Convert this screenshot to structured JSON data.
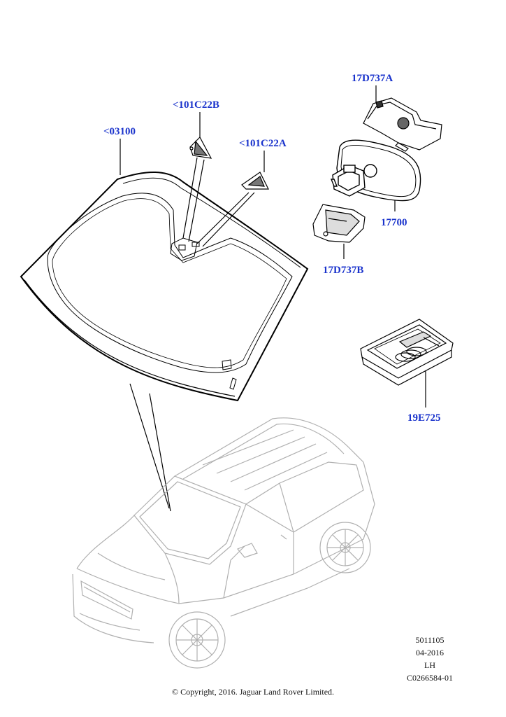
{
  "callouts": {
    "windscreen": "<03100",
    "sensor_cover_b": "<101C22B",
    "sensor_cover_a": "<101C22A",
    "mirror_cover_a": "17D737A",
    "rear_view_mirror": "17700",
    "mirror_cover_b": "17D737B",
    "repair_kit": "19E725"
  },
  "reference": {
    "number": "5011105",
    "date": "04-2016",
    "side": "LH",
    "drawing_code": "C0266584-01"
  },
  "copyright": "© Copyright, 2016. Jaguar Land Rover Limited.",
  "colors": {
    "callout_text": "#1a33cc",
    "line_art": "#000000",
    "vehicle_ghost": "#b0b0b0"
  }
}
